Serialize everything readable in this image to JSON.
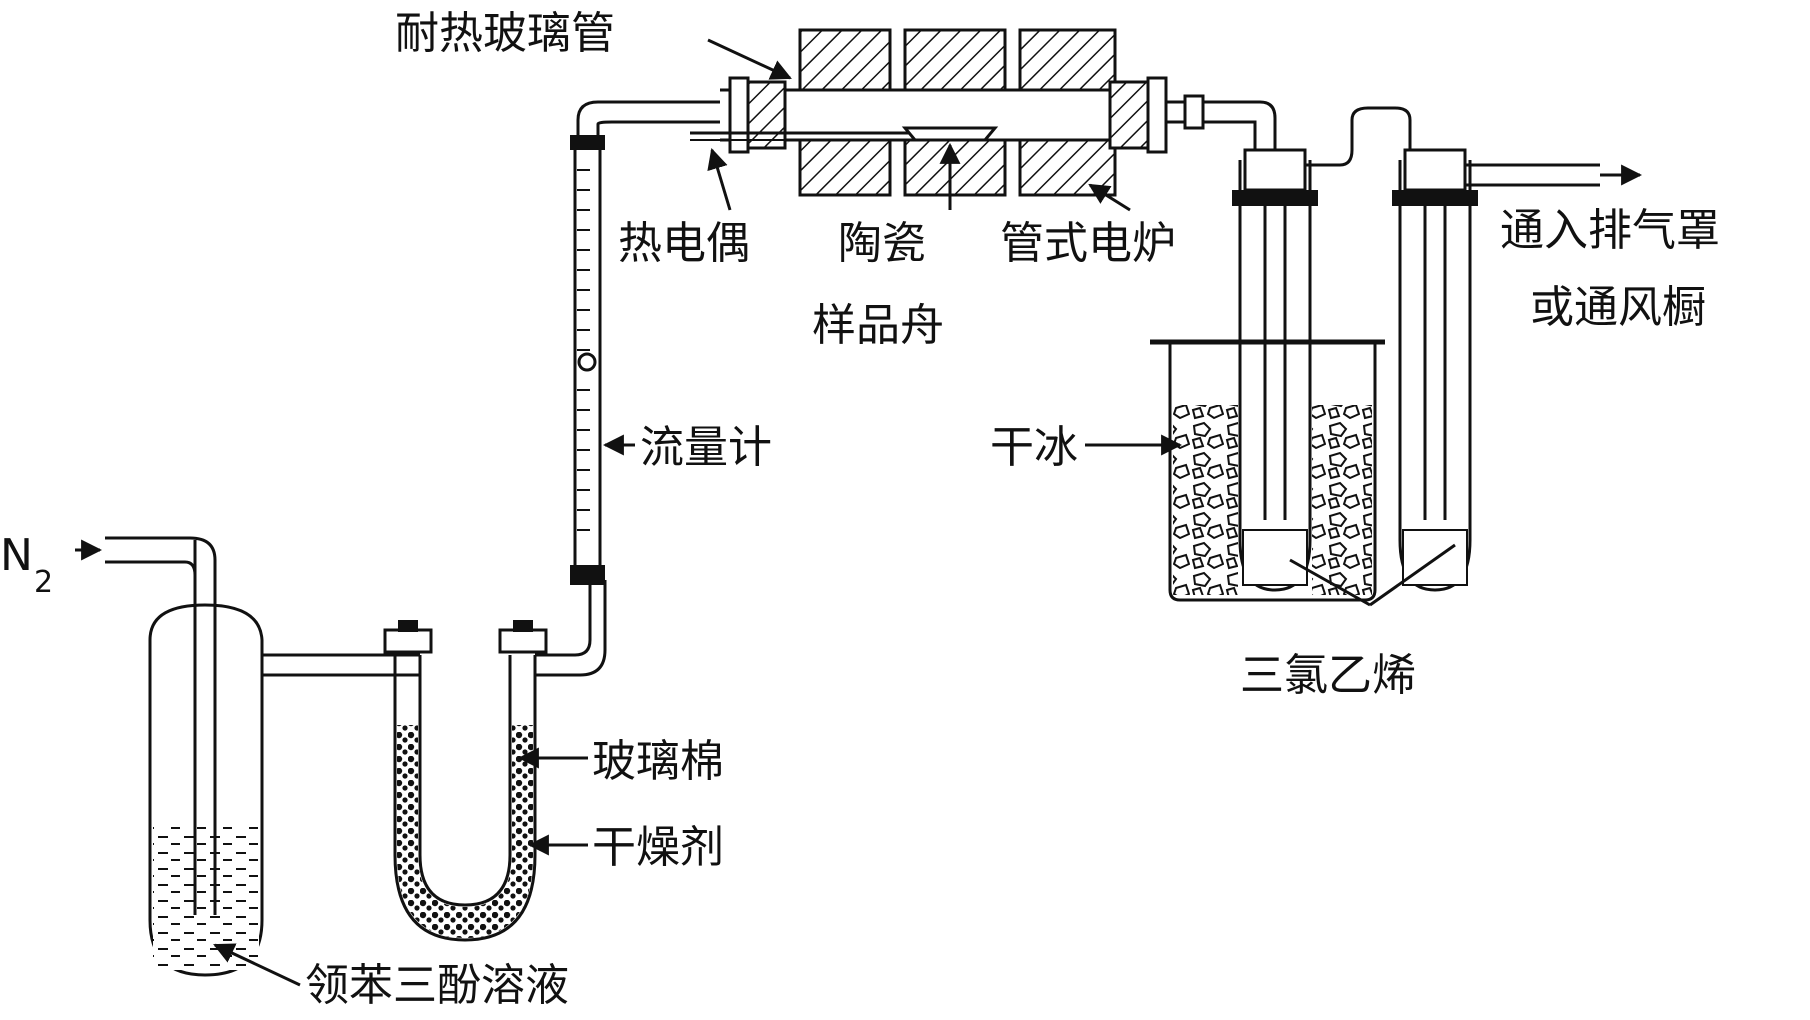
{
  "labels": {
    "heat_resistant_tube": "耐热玻璃管",
    "thermocouple": "热电偶",
    "ceramic": "陶瓷",
    "sample_boat": "样品舟",
    "tube_furnace": "管式电炉",
    "exhaust_line1": "通入排气罩",
    "exhaust_line2": "或通风橱",
    "flowmeter": "流量计",
    "dry_ice": "干冰",
    "trichloroethylene": "三氯乙烯",
    "glass_wool": "玻璃棉",
    "desiccant": "干燥剂",
    "pyrogallol_solution": "领苯三酚溶液",
    "n2_main": "N",
    "n2_sub": "2"
  }
}
